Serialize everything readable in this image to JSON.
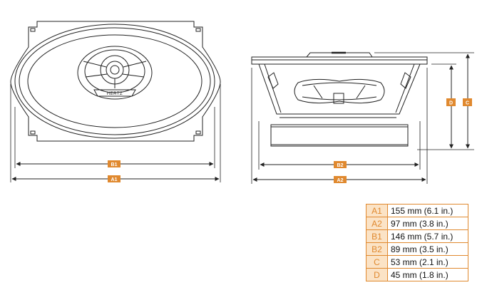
{
  "accent_color": "#e0892f",
  "line_color": "#222222",
  "front_view": {
    "brand_label": "HERTZ",
    "dimension_tags": {
      "b1": "B1",
      "a1": "A1"
    }
  },
  "side_view": {
    "dimension_tags": {
      "b2": "B2",
      "a2": "A2",
      "c": "C",
      "d": "D"
    }
  },
  "spec_table": {
    "rows": [
      {
        "code": "A1",
        "value": "155 mm (6.1 in.)"
      },
      {
        "code": "A2",
        "value": "97 mm (3.8 in.)"
      },
      {
        "code": "B1",
        "value": "146 mm (5.7 in.)"
      },
      {
        "code": "B2",
        "value": "89 mm (3.5 in.)"
      },
      {
        "code": "C",
        "value": "53 mm (2.1 in.)"
      },
      {
        "code": "D",
        "value": "45 mm (1.8 in.)"
      }
    ]
  }
}
